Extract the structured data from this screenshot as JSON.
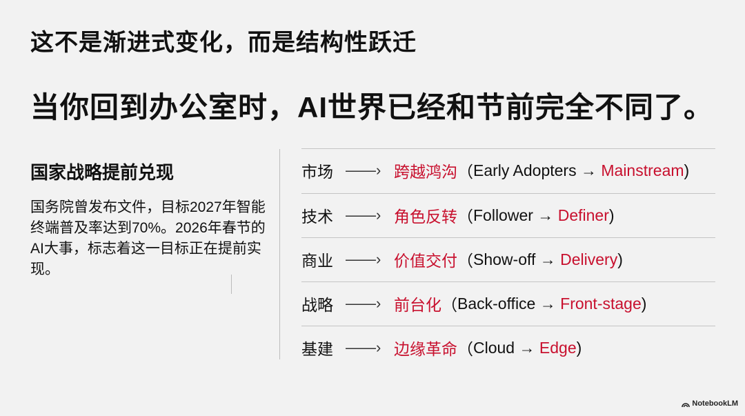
{
  "title": "这不是渐进式变化，而是结构性跃迁",
  "headline": "当你回到办公室时，AI世界已经和节前完全不同了。",
  "left": {
    "heading": "国家战略提前兑现",
    "body": "国务院曾发布文件，目标2027年智能终端普及率达到70%。2026年春节的AI大事，标志着这一目标正在提前实现。"
  },
  "rows": [
    {
      "category": "市场",
      "arrow": "——›",
      "shift": "跨越鸿沟",
      "from": "Early Adopters",
      "to": "Mainstream"
    },
    {
      "category": "技术",
      "arrow": "——›",
      "shift": "角色反转",
      "from": "Follower",
      "to": "Definer"
    },
    {
      "category": "商业",
      "arrow": "——›",
      "shift": "价值交付",
      "from": "Show-off",
      "to": "Delivery"
    },
    {
      "category": "战略",
      "arrow": "——›",
      "shift": "前台化",
      "from": "Back-office",
      "to": "Front-stage"
    },
    {
      "category": "基建",
      "arrow": "——›",
      "shift": "边缘革命",
      "from": "Cloud",
      "to": "Edge"
    }
  ],
  "symbols": {
    "open": "（",
    "close": ")",
    "to_arrow": " → "
  },
  "brand": "NotebookLM",
  "colors": {
    "accent": "#c8102e",
    "background": "#f2f2f2"
  }
}
